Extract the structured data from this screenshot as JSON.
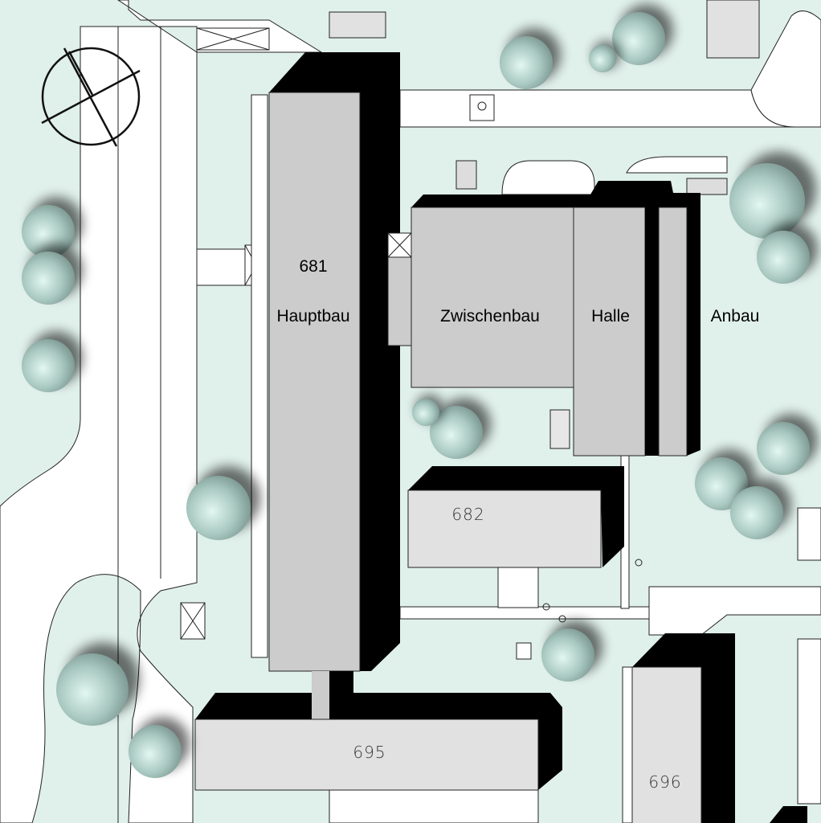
{
  "map": {
    "colors": {
      "lawn": "#e0f0eb",
      "building_main": "#cccccc",
      "building_light": "#e1e1e1",
      "shadow": "#000000",
      "tree": "#a9c9c1"
    },
    "compass": {
      "icon": "north-arrow-icon"
    },
    "buildings": {
      "hauptbau": {
        "number": "681",
        "name": "Hauptbau"
      },
      "zwischenbau": {
        "name": "Zwischenbau"
      },
      "halle": {
        "name": "Halle"
      },
      "anbau": {
        "name": "Anbau"
      },
      "b682": {
        "number": "682"
      },
      "b695": {
        "number": "695"
      },
      "b696": {
        "number": "696"
      }
    }
  }
}
